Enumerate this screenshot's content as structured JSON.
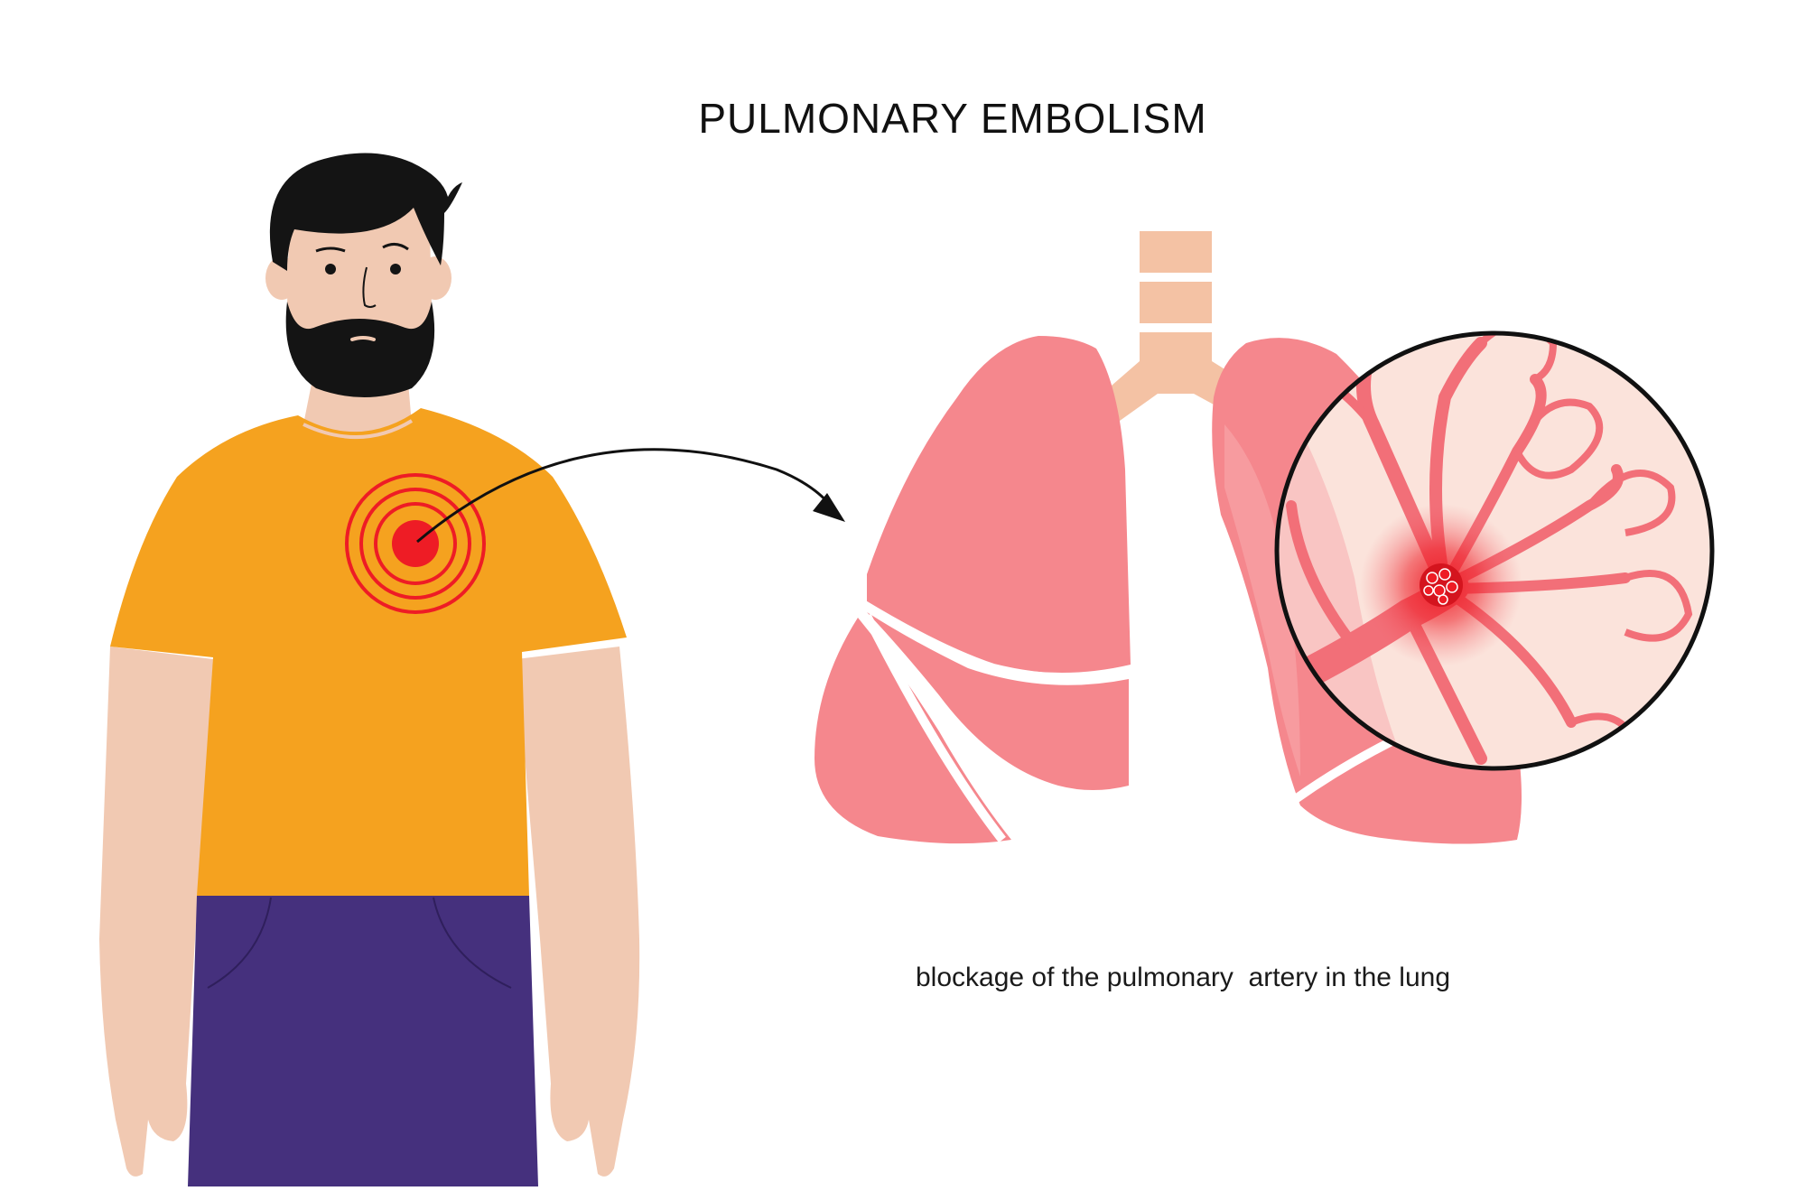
{
  "title": "PULMONARY EMBOLISM",
  "caption": "blockage of the pulmonary  artery in the lung",
  "colors": {
    "shirt": "#f5a21f",
    "pants": "#45307d",
    "skin": "#f1c9b2",
    "hair": "#141414",
    "lung": "#f5878d",
    "lung_light": "#f8a8ab",
    "trachea": "#f4c2a4",
    "pain": "#ee1c25",
    "vessel": "#f26f78",
    "magnifier_bg": "#fbe3db",
    "outline": "#111111"
  },
  "icons": {
    "pain_indicator": "pain-target-icon",
    "pointer": "arrow-icon",
    "magnifier": "magnifier-circle"
  }
}
